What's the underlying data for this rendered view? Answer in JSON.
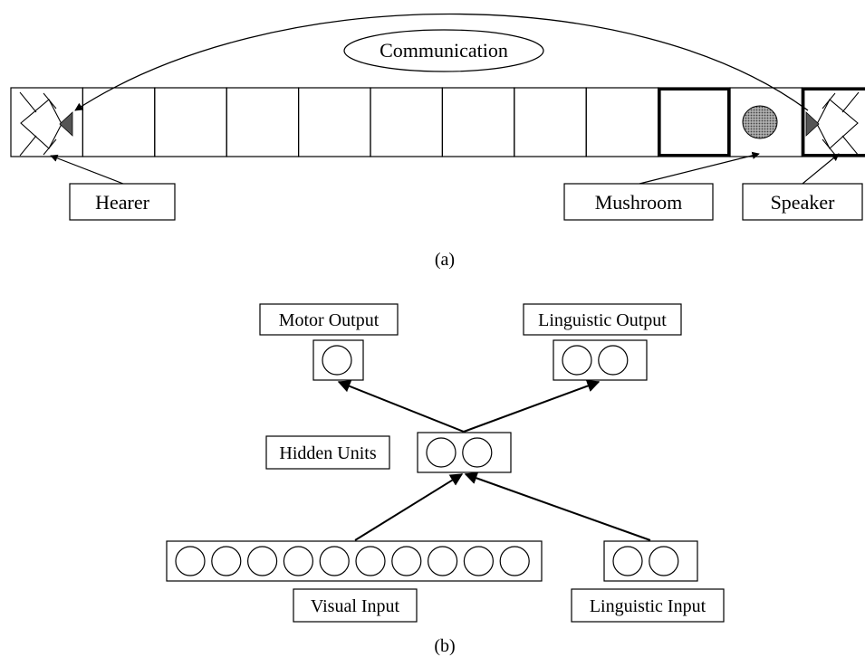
{
  "panel_a": {
    "communication_label": "Communication",
    "hearer_label": "Hearer",
    "mushroom_label": "Mushroom",
    "speaker_label": "Speaker",
    "caption": "(a)"
  },
  "panel_b": {
    "motor_output_label": "Motor Output",
    "linguistic_output_label": "Linguistic Output",
    "hidden_units_label": "Hidden Units",
    "visual_input_label": "Visual Input",
    "linguistic_input_label": "Linguistic Input",
    "caption": "(b)",
    "layers": {
      "motor_output_units": 1,
      "linguistic_output_units": 2,
      "hidden_units": 2,
      "visual_input_units": 10,
      "linguistic_input_units": 2
    }
  },
  "colors": {
    "stroke": "#000000",
    "background": "#ffffff",
    "agent_fill": "#555555",
    "mushroom_fill": "#8a8a8a"
  },
  "icons": {
    "hearer": "agent-facing-right-icon",
    "speaker": "agent-facing-left-icon",
    "mushroom": "mushroom-disc-icon"
  }
}
